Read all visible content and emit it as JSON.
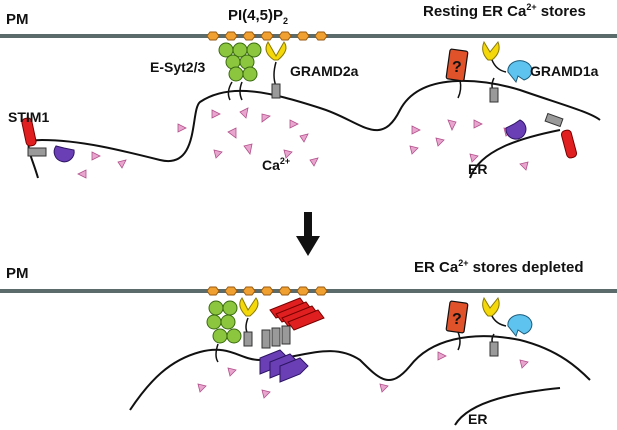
{
  "top_panel": {
    "pm_label": "PM",
    "pip2": {
      "base": "PI(4,5)P",
      "subscript": "2"
    },
    "title": {
      "before": "Resting ER Ca",
      "sup": "2+",
      "after": " stores"
    },
    "esyt_label": "E-Syt2/3",
    "gramd2a_label": "GRAMD2a",
    "gramd1a_label": "GRAMD1a",
    "stim1_label": "STIM1",
    "ca_label": {
      "base": "Ca",
      "sup": "2+"
    },
    "er_label": "ER",
    "unknown_marker": "?"
  },
  "bottom_panel": {
    "pm_label": "PM",
    "title": {
      "before": "ER Ca",
      "sup": "2+",
      "after": " stores depleted"
    },
    "er_label": "ER",
    "unknown_marker": "?"
  },
  "colors": {
    "membrane": "#5b6b6b",
    "lipid": "#f0a030",
    "esyt": "#8cc63f",
    "gramd2a": "#f5d80a",
    "gramd1a": "#5ec3ee",
    "stim1_sensor": "#e02020",
    "orai": "#6a3fb5",
    "calcium": "#e8a6cf",
    "unknown": "#e0522a"
  }
}
